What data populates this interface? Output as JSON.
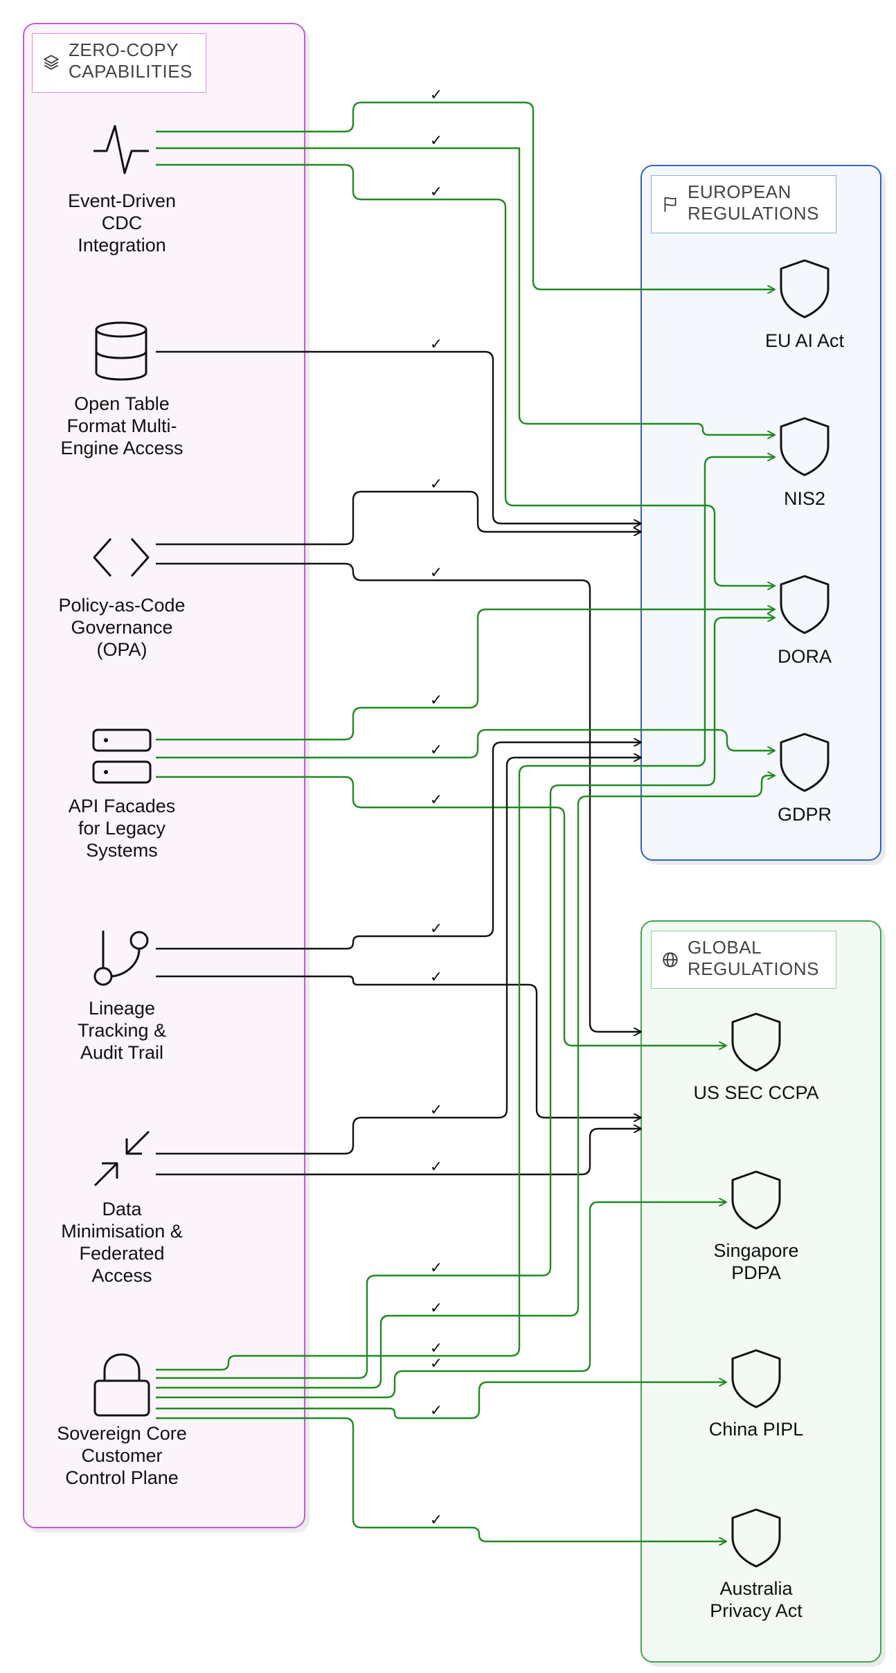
{
  "groups": {
    "capabilities": {
      "title_line1": "ZERO-COPY",
      "title_line2": "CAPABILITIES",
      "icon": "layers-icon",
      "border_color": "#c659d1"
    },
    "european": {
      "title_line1": "EUROPEAN",
      "title_line2": "REGULATIONS",
      "icon": "flag-icon",
      "border_color": "#2f63b8"
    },
    "global": {
      "title_line1": "GLOBAL",
      "title_line2": "REGULATIONS",
      "icon": "globe-icon",
      "border_color": "#3ea556"
    }
  },
  "capabilities": [
    {
      "id": "cdc",
      "icon": "activity-icon",
      "lines": [
        "Event-Driven",
        "CDC",
        "Integration"
      ]
    },
    {
      "id": "otf",
      "icon": "database-icon",
      "lines": [
        "Open Table",
        "Format Multi-",
        "Engine Access"
      ]
    },
    {
      "id": "pac",
      "icon": "code-icon",
      "lines": [
        "Policy-as-Code",
        "Governance",
        "(OPA)"
      ]
    },
    {
      "id": "api",
      "icon": "server-icon",
      "lines": [
        "API Facades",
        "for Legacy",
        "Systems"
      ]
    },
    {
      "id": "lin",
      "icon": "git-branch-icon",
      "lines": [
        "Lineage",
        "Tracking &",
        "Audit Trail"
      ]
    },
    {
      "id": "min",
      "icon": "minimize-icon",
      "lines": [
        "Data",
        "Minimisation &",
        "Federated",
        "Access"
      ]
    },
    {
      "id": "sov",
      "icon": "lock-icon",
      "lines": [
        "Sovereign Core",
        "Customer",
        "Control Plane"
      ]
    }
  ],
  "regulations": [
    {
      "id": "euai",
      "group": "european",
      "icon": "shield-icon",
      "lines": [
        "EU AI Act"
      ]
    },
    {
      "id": "nis2",
      "group": "european",
      "icon": "shield-icon",
      "lines": [
        "NIS2"
      ]
    },
    {
      "id": "dora",
      "group": "european",
      "icon": "shield-icon",
      "lines": [
        "DORA"
      ]
    },
    {
      "id": "gdpr",
      "group": "european",
      "icon": "shield-icon",
      "lines": [
        "GDPR"
      ]
    },
    {
      "id": "ccpa",
      "group": "global",
      "icon": "shield-icon",
      "lines": [
        "US SEC CCPA"
      ]
    },
    {
      "id": "pdpa",
      "group": "global",
      "icon": "shield-icon",
      "lines": [
        "Singapore",
        "PDPA"
      ]
    },
    {
      "id": "pipl",
      "group": "global",
      "icon": "shield-icon",
      "lines": [
        "China PIPL"
      ]
    },
    {
      "id": "aus",
      "group": "global",
      "icon": "shield-icon",
      "lines": [
        "Australia",
        "Privacy Act"
      ]
    }
  ],
  "edges": [
    {
      "from": "cdc",
      "to": "euai",
      "label": "✓",
      "color": "#1f8a1f"
    },
    {
      "from": "cdc",
      "to": "nis2",
      "label": "✓",
      "color": "#1f8a1f"
    },
    {
      "from": "cdc",
      "to": "dora",
      "label": "✓",
      "color": "#1f8a1f"
    },
    {
      "from": "otf",
      "to": "european",
      "label": "✓",
      "color": "#111111"
    },
    {
      "from": "pac",
      "to": "european",
      "label": "✓",
      "color": "#111111"
    },
    {
      "from": "pac",
      "to": "global",
      "label": "✓",
      "color": "#111111"
    },
    {
      "from": "api",
      "to": "dora",
      "label": "✓",
      "color": "#1f8a1f"
    },
    {
      "from": "api",
      "to": "gdpr",
      "label": "✓",
      "color": "#1f8a1f"
    },
    {
      "from": "api",
      "to": "ccpa",
      "label": "✓",
      "color": "#1f8a1f"
    },
    {
      "from": "lin",
      "to": "european",
      "label": "✓",
      "color": "#111111"
    },
    {
      "from": "lin",
      "to": "global",
      "label": "✓",
      "color": "#111111"
    },
    {
      "from": "min",
      "to": "european",
      "label": "✓",
      "color": "#111111"
    },
    {
      "from": "min",
      "to": "global",
      "label": "✓",
      "color": "#111111"
    },
    {
      "from": "sov",
      "to": "nis2",
      "label": "✓",
      "color": "#1f8a1f"
    },
    {
      "from": "sov",
      "to": "dora",
      "label": "✓",
      "color": "#1f8a1f"
    },
    {
      "from": "sov",
      "to": "gdpr",
      "label": "✓",
      "color": "#1f8a1f"
    },
    {
      "from": "sov",
      "to": "pdpa",
      "label": "✓",
      "color": "#1f8a1f"
    },
    {
      "from": "sov",
      "to": "pipl",
      "label": "✓",
      "color": "#1f8a1f"
    },
    {
      "from": "sov",
      "to": "aus",
      "label": "✓",
      "color": "#1f8a1f"
    }
  ]
}
